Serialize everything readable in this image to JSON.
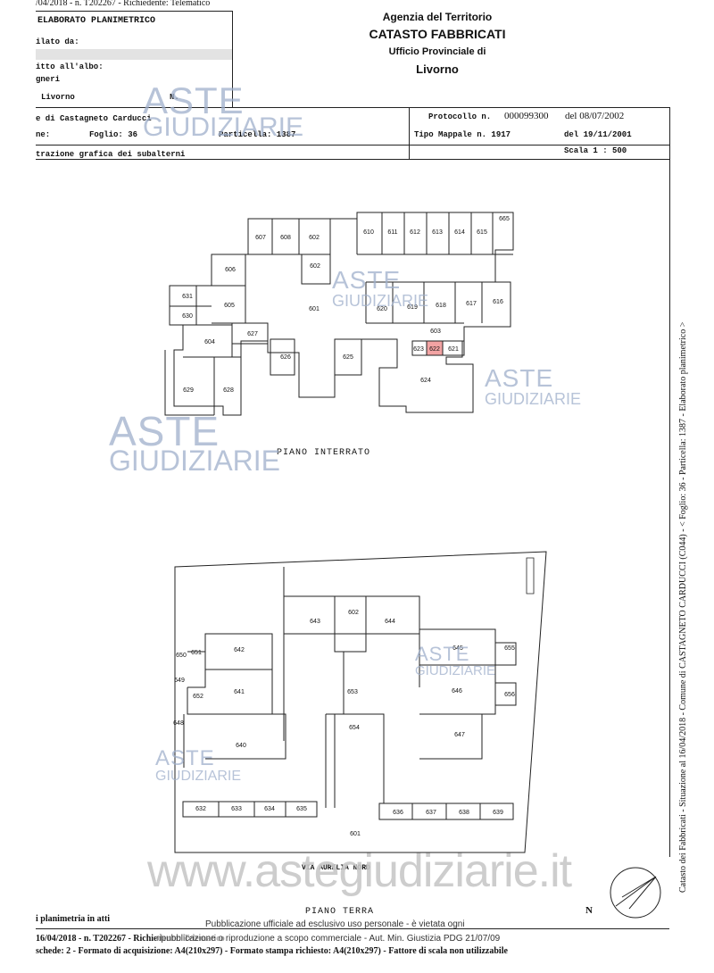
{
  "header": {
    "top_line": "/04/2018 - n. T202267 - Richiedente: Telematico",
    "doc_title": "ELABORATO PLANIMETRICO",
    "compilato_da": "ilato da:",
    "iscritto_albo": "itto all'albo:",
    "iscritto_albo_value": "gneri",
    "provincia": "Livorno",
    "n_label": "N.",
    "agency": {
      "line1": "Agenzia del Territorio",
      "line2": "CATASTO FABBRICATI",
      "line3": "Ufficio Provinciale di",
      "line4": "Livorno"
    },
    "comune": "e di Castagneto Carducci",
    "sezione": "ne:",
    "foglio": "Foglio: 36",
    "particella": "Particella: 1387",
    "protocollo_label": "Protocollo n.",
    "protocollo_num": "000099300",
    "protocollo_date": "del 08/07/2002",
    "tipo_mappale": "Tipo Mappale n. 1917",
    "tipo_date": "del 19/11/2001",
    "rappresentazione": "trazione grafica dei subalterni",
    "scala": "Scala 1 : 500"
  },
  "plans": {
    "interrato_title": "PIANO INTERRATO",
    "terra_title": "PIANO TERRA",
    "street": "VIA AURELIA NORD",
    "north": "N"
  },
  "units_interrato": [
    "607",
    "608",
    "602",
    "610",
    "611",
    "612",
    "613",
    "614",
    "615",
    "665",
    "606",
    "602",
    "631",
    "630",
    "605",
    "601",
    "620",
    "619",
    "618",
    "617",
    "616",
    "627",
    "603",
    "604",
    "626",
    "625",
    "623",
    "622",
    "621",
    "629",
    "628",
    "624"
  ],
  "units_terra": [
    "643",
    "602",
    "644",
    "642",
    "651",
    "650",
    "649",
    "641",
    "652",
    "653",
    "645",
    "655",
    "646",
    "656",
    "648",
    "640",
    "654",
    "647",
    "632",
    "633",
    "634",
    "635",
    "636",
    "637",
    "638",
    "639",
    "601"
  ],
  "watermark": {
    "line1": "ASTE",
    "line2": "GIUDIZIARIE",
    "site": "www.astegiudiziarie.it"
  },
  "footer": {
    "note": "Pubblicazione ufficiale ad esclusivo uso personale - è vietata ogni",
    "note2": "ripubblicazione o riproduzione a scopo commerciale - Aut. Min. Giustizia PDG 21/07/09",
    "planimetria": "i planimetria in atti",
    "line1": "16/04/2018 - n. T202267 - Richiedente: Telematico",
    "line2": "schede: 2 - Formato di acquisizione: A4(210x297) - Formato stampa richiesto: A4(210x297) - Fattore di scala non utilizzabile"
  },
  "side_text": "Catasto dei Fabbricati - Situazione al 16/04/2018 - Comune di CASTAGNETO CARDUCCI (C044) - < Foglio: 36 - Particella: 1387 - Elaborato planimetrico >",
  "colors": {
    "highlight": "#f2a3a3",
    "watermark": "#9fb0cc"
  }
}
